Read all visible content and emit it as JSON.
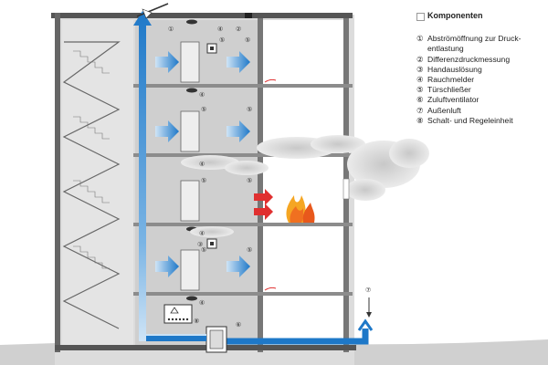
{
  "legend": {
    "title": "Komponenten",
    "items": [
      {
        "num": "①",
        "text": "Abströmöffnung zur Druck-entlastung"
      },
      {
        "num": "②",
        "text": "Differenzdruckmessung"
      },
      {
        "num": "③",
        "text": "Handauslösung"
      },
      {
        "num": "④",
        "text": "Rauchmelder"
      },
      {
        "num": "⑤",
        "text": "Türschließer"
      },
      {
        "num": "⑥",
        "text": "Zuluftventilator"
      },
      {
        "num": "⑦",
        "text": "Außenluft"
      },
      {
        "num": "⑧",
        "text": "Schalt- und Regeleinheit"
      }
    ]
  },
  "markers": {
    "m1": "①",
    "m2": "②",
    "m3": "③",
    "m4": "④",
    "m5": "⑤",
    "m6": "⑥",
    "m7": "⑦",
    "m8": "⑧"
  },
  "colors": {
    "airflow": "#1e78c8",
    "fire": "#f07020",
    "fire_arrow": "#e03030",
    "building": "#d8d8d8",
    "wall": "#555555"
  }
}
